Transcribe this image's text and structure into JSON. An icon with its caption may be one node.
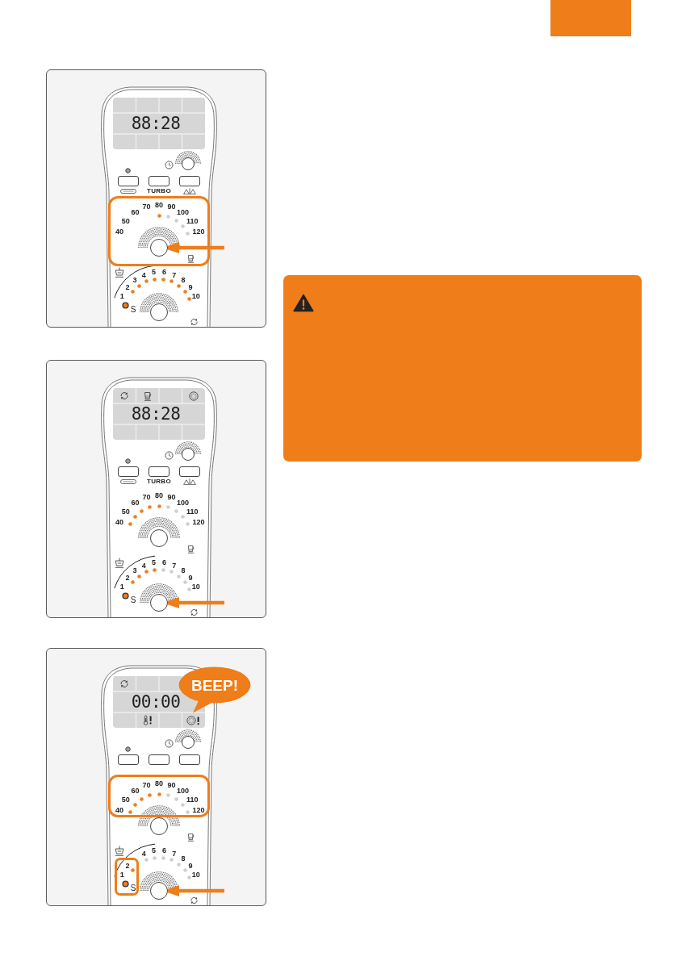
{
  "diagram": {
    "nodes": [
      {
        "text": [
          "88:28"
        ]
      },
      {
        "text": [],
        "shape": "circle"
      },
      {
        "text": [],
        "shape": "circle"
      },
      {
        "text": [],
        "shape": "circle"
      },
      {
        "text": [
          "88:28"
        ]
      },
      {
        "text": [],
        "shape": "circle"
      },
      {
        "text": [],
        "shape": "circle"
      },
      {
        "text": [],
        "shape": "circle"
      },
      {
        "text": [
          "BEEP!"
        ]
      },
      {
        "text": [
          "00:00"
        ]
      },
      {
        "text": [],
        "shape": "circle"
      },
      {
        "text": [],
        "shape": "circle"
      },
      {
        "text": [],
        "shape": "circle"
      }
    ],
    "edges": [
      {
        "from": null,
        "to": 2,
        "arrow": "to"
      },
      {
        "from": null,
        "to": 7,
        "arrow": "to"
      },
      {
        "from": null,
        "to": 12,
        "arrow": "to"
      }
    ],
    "labels": [
      "TURBO",
      "40",
      "50",
      "60",
      "70",
      "80",
      "90",
      "100",
      "110",
      "120",
      "1",
      "2",
      "3",
      "4",
      "5",
      "6",
      "7",
      "8",
      "9",
      "10",
      "S",
      "TURBO",
      "40",
      "50",
      "60",
      "70",
      "80",
      "90",
      "100",
      "110",
      "120",
      "1",
      "2",
      "3",
      "4",
      "5",
      "6",
      "7",
      "8",
      "9",
      "10",
      "S",
      "40",
      "50",
      "60",
      "70",
      "80",
      "90",
      "100",
      "110",
      "120",
      "1",
      "2",
      "4",
      "5",
      "6",
      "7",
      "8",
      "9",
      "10",
      "S"
    ]
  }
}
